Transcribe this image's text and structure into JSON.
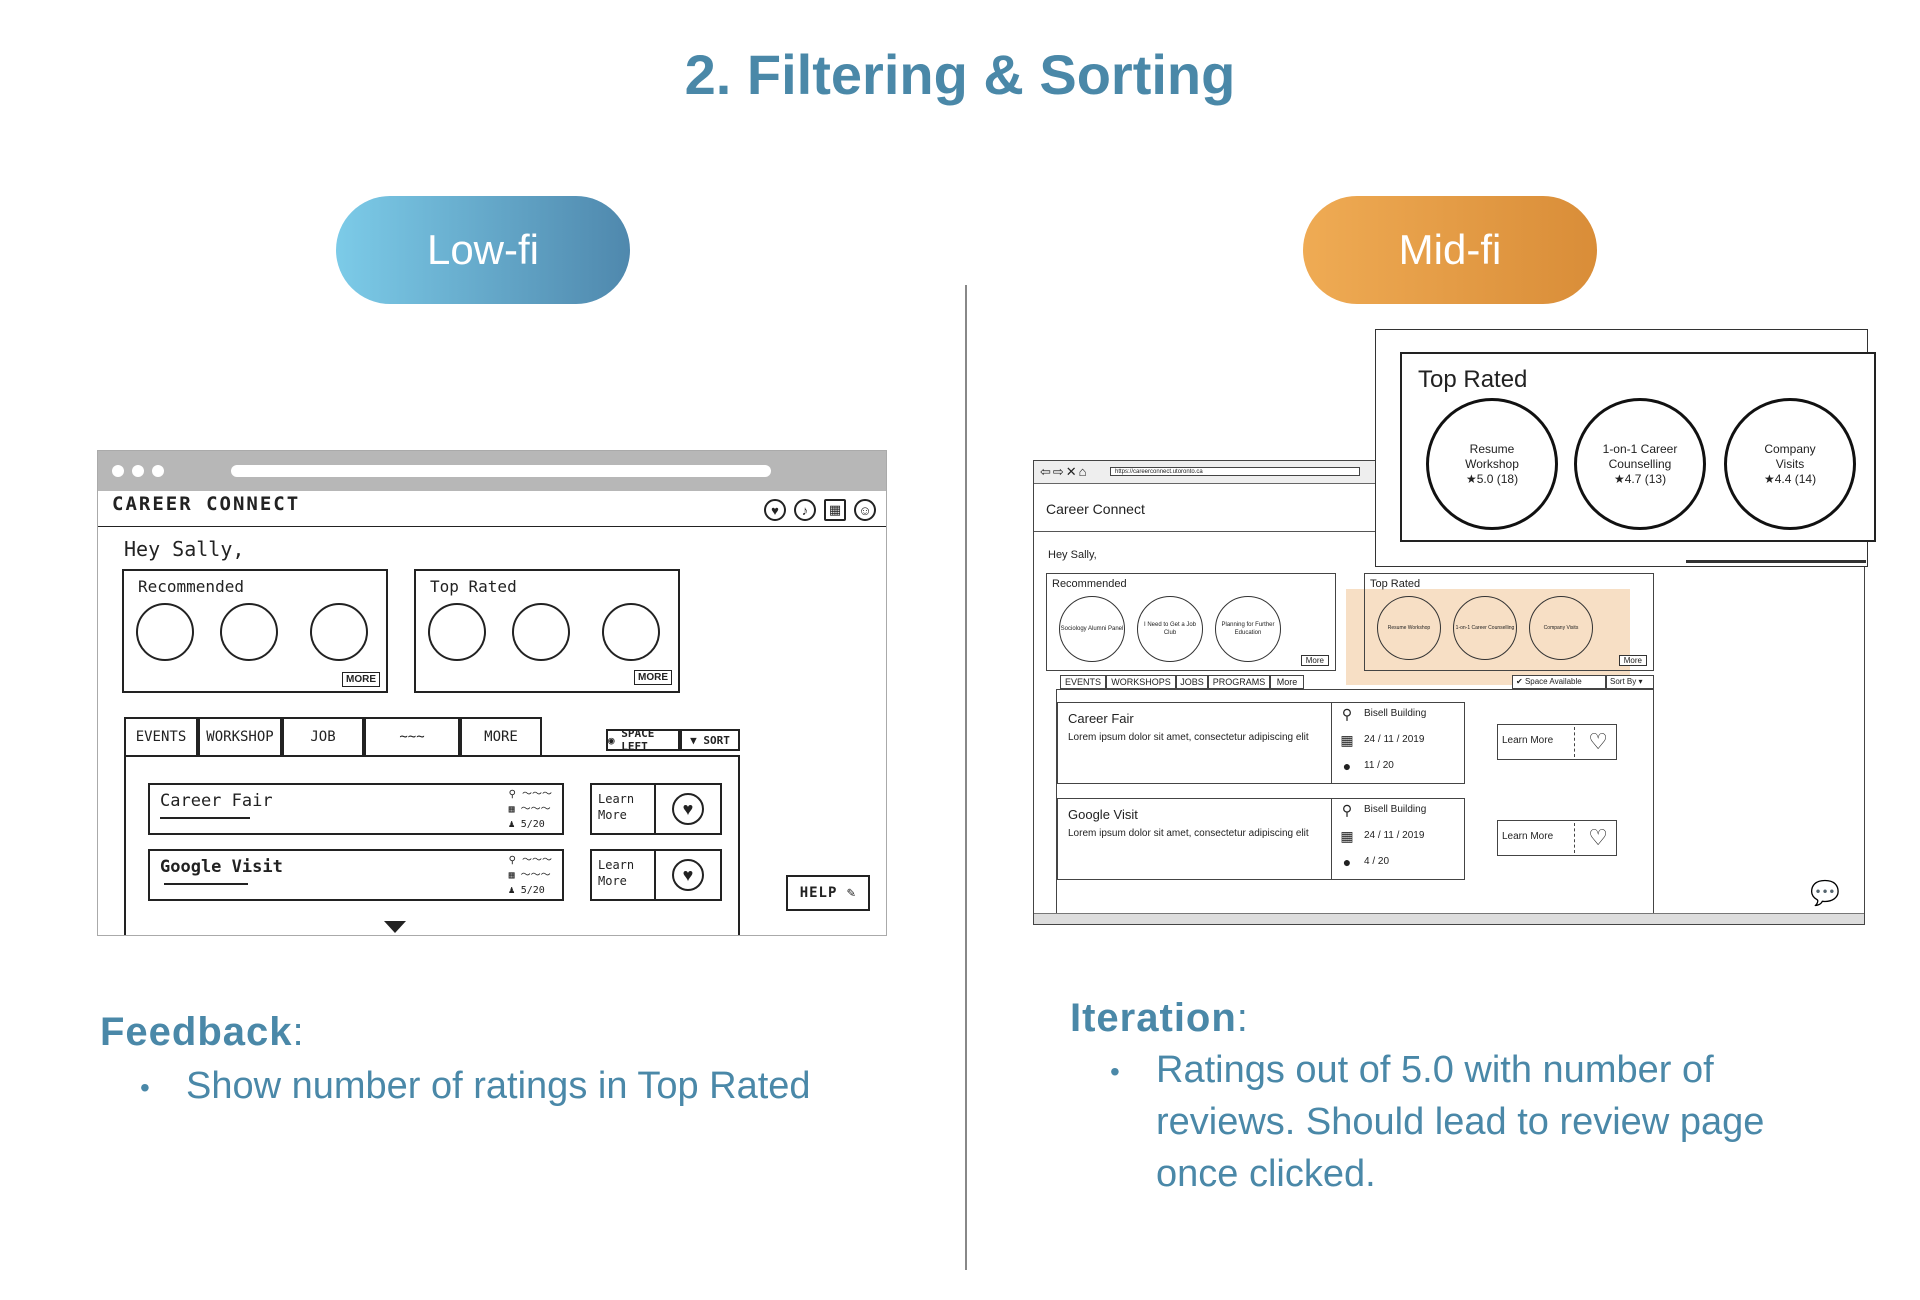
{
  "page_title": "2. Filtering & Sorting",
  "lowfi": {
    "label": "Low-fi",
    "brand": "CAREER CONNECT",
    "greeting": "Hey Sally,",
    "recommended_label": "Recommended",
    "top_rated_label": "Top Rated",
    "more_label": "MORE",
    "tabs": [
      "EVENTS",
      "WORKSHOP",
      "JOB",
      "~~~",
      "MORE"
    ],
    "space_left_label": "SPACE LEFT",
    "sort_label": "SORT",
    "cards": [
      {
        "title": "Career Fair",
        "spots": "5/20"
      },
      {
        "title": "Google Visit",
        "spots": "5/20"
      }
    ],
    "learn_more_label": "Learn More",
    "help_label": "HELP"
  },
  "midfi": {
    "label": "Mid-fi",
    "url": "https://careerconnect.utoronto.ca",
    "brand": "Career Connect",
    "greeting": "Hey Sally,",
    "recommended_label": "Recommended",
    "recommended_items": [
      "Sociology Alumni Panel",
      "I Need to Get a Job Club",
      "Planning for Further Education"
    ],
    "top_rated_label": "Top Rated",
    "more_label": "More",
    "tabs": [
      "EVENTS",
      "WORKSHOPS",
      "JOBS",
      "PROGRAMS",
      "More"
    ],
    "space_available_label": "Space Available",
    "sort_by_label": "Sort By",
    "cards": [
      {
        "title": "Career Fair",
        "desc": "Lorem ipsum dolor sit amet, consectetur adipiscing elit",
        "location": "Bisell Building",
        "date": "24 / 11 / 2019",
        "spots": "11  / 20"
      },
      {
        "title": "Google Visit",
        "desc": "Lorem ipsum dolor sit amet, consectetur adipiscing elit",
        "location": "Bisell Building",
        "date": "24 / 11 / 2019",
        "spots": "4 / 20"
      }
    ],
    "learn_more_label": "Learn More",
    "zoom": {
      "title": "Top Rated",
      "items": [
        {
          "name": "Resume Workshop",
          "rating": "5.0 (18)"
        },
        {
          "name": "1-on-1 Career Counselling",
          "rating": "4.7 (13)"
        },
        {
          "name": "Company Visits",
          "rating": "4.4 (14)"
        }
      ]
    }
  },
  "feedback": {
    "heading": "Feedback",
    "items": [
      "Show number of ratings in Top Rated"
    ]
  },
  "iteration": {
    "heading": "Iteration",
    "text": "Ratings out of 5.0 with number of reviews. Should lead to review page once clicked."
  },
  "colors": {
    "accent_blue": "#4a88a8",
    "accent_orange": "#e39a45",
    "highlight": "#f1c496"
  }
}
